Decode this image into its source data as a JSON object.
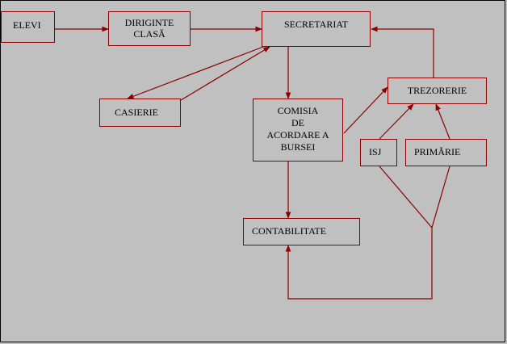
{
  "colors": {
    "background": "#c0c0c0",
    "line": "#8b0000"
  },
  "boxes": {
    "elevi": "ELEVI",
    "diriginte": "DIRIGINTE\nCLASĂ",
    "secretariat": "SECRETARIAT",
    "casierie": "CASIERIE",
    "comisia": "COMISIA\nDE\nACORDARE A\nBURSEI",
    "trezorerie": "TREZORERIE",
    "isj": "ISJ",
    "primarie": "PRIMĂRIE",
    "contabilitate": "CONTABILITATE"
  }
}
